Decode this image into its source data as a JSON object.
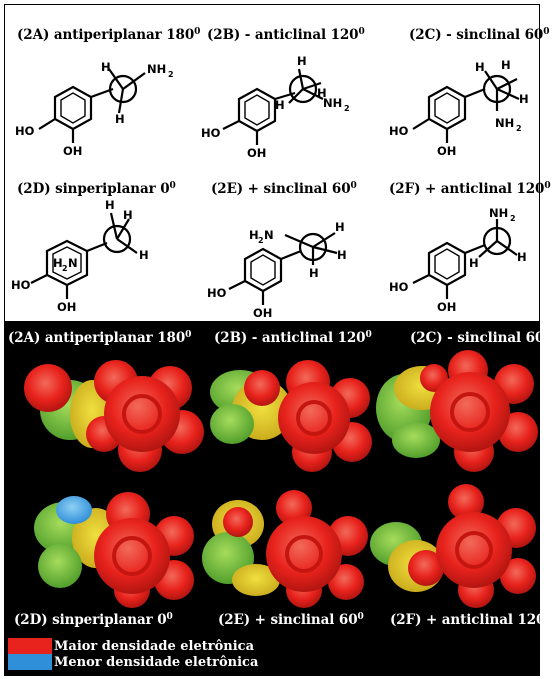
{
  "colors": {
    "high_density": "#e8221c",
    "low_density": "#2f8fd8",
    "panel_dark": "#000000",
    "mid_yellow": "#e8d21a",
    "mid_green": "#72c83a"
  },
  "conformers": [
    {
      "code": "(2A)",
      "name": "antiperiplanar 180",
      "deg": "0"
    },
    {
      "code": "(2B)",
      "name": "- anticlinal 120",
      "deg": "0"
    },
    {
      "code": "(2C)",
      "name": "- sinclinal 60",
      "deg": "0"
    },
    {
      "code": "(2D)",
      "name": "sinperiplanar 0",
      "deg": "0"
    },
    {
      "code": "(2E)",
      "name": "+ sinclinal 60",
      "deg": "0"
    },
    {
      "code": "(2F)",
      "name": "+ anticlinal 120",
      "deg": "0"
    }
  ],
  "atoms": {
    "H": "H",
    "N": "NH",
    "n_sub": "2",
    "N_inner": "H",
    "N_inner2": "N",
    "HO": "HO",
    "OH": "OH"
  },
  "legend": [
    {
      "label": "Maior densidade eletrônica",
      "color": "#e8221c"
    },
    {
      "label": "Menor densidade eletrônica",
      "color": "#2f8fd8"
    }
  ]
}
